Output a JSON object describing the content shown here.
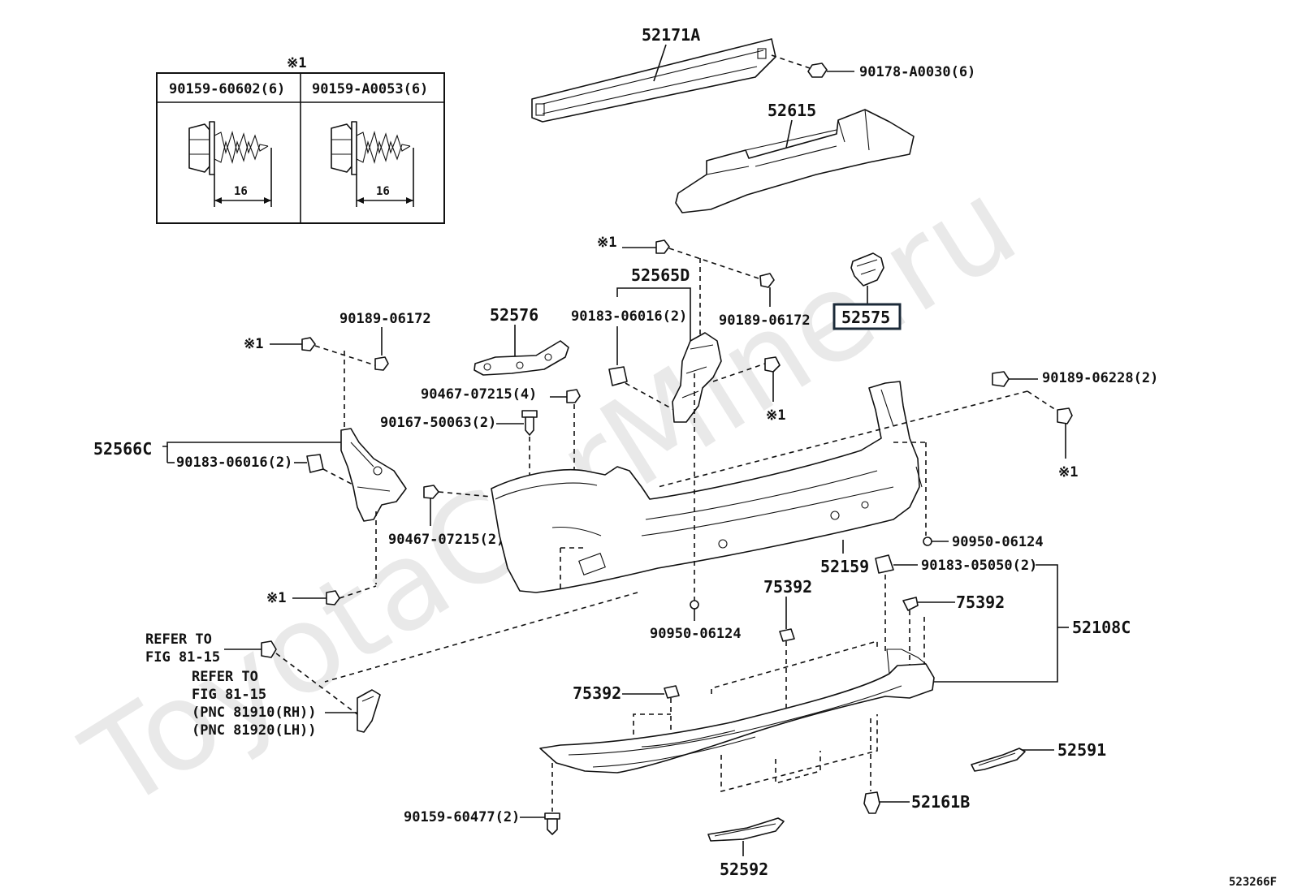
{
  "watermark": "ToyotaCarMine.ru",
  "figure_code": "523266F",
  "inset": {
    "note": "※1",
    "left_part": "90159-60602(6)",
    "right_part": "90159-A0053(6)",
    "left_dim": "16",
    "right_dim": "16"
  },
  "labels": {
    "p52171A": "52171A",
    "p90178": "90178-A0030(6)",
    "p52615": "52615",
    "p52565D": "52565D",
    "p52575": "52575",
    "p52576": "52576",
    "p90183_mid": "90183-06016(2)",
    "p90189_mid": "90189-06172",
    "p90189_left": "90189-06172",
    "p90467_top": "90467-07215(4)",
    "p90167": "90167-50063(2)",
    "p52566C": "52566C",
    "p90183_left": "90183-06016(2)",
    "p90467_left": "90467-07215(2)",
    "p90189_right": "90189-06228(2)",
    "p90950_right": "90950-06124",
    "p52159": "52159",
    "p90183_05050": "90183-05050(2)",
    "p75392_top": "75392",
    "p75392_right": "75392",
    "p52108C": "52108C",
    "p90950_center": "90950-06124",
    "p75392_left": "75392",
    "p52591": "52591",
    "p52161B": "52161B",
    "p90159_60477": "90159-60477(2)",
    "p52592": "52592",
    "note_mark_1": "※1",
    "note_mark_2": "※1",
    "note_mark_3": "※1",
    "note_mark_4": "※1",
    "note_mark_5": "※1",
    "refer_a_line1": "REFER TO",
    "refer_a_line2": "FIG 81-15",
    "refer_b_line1": "REFER TO",
    "refer_b_line2": "FIG 81-15",
    "refer_b_line3": "(PNC 81910(RH))",
    "refer_b_line4": "(PNC 81920(LH))"
  }
}
